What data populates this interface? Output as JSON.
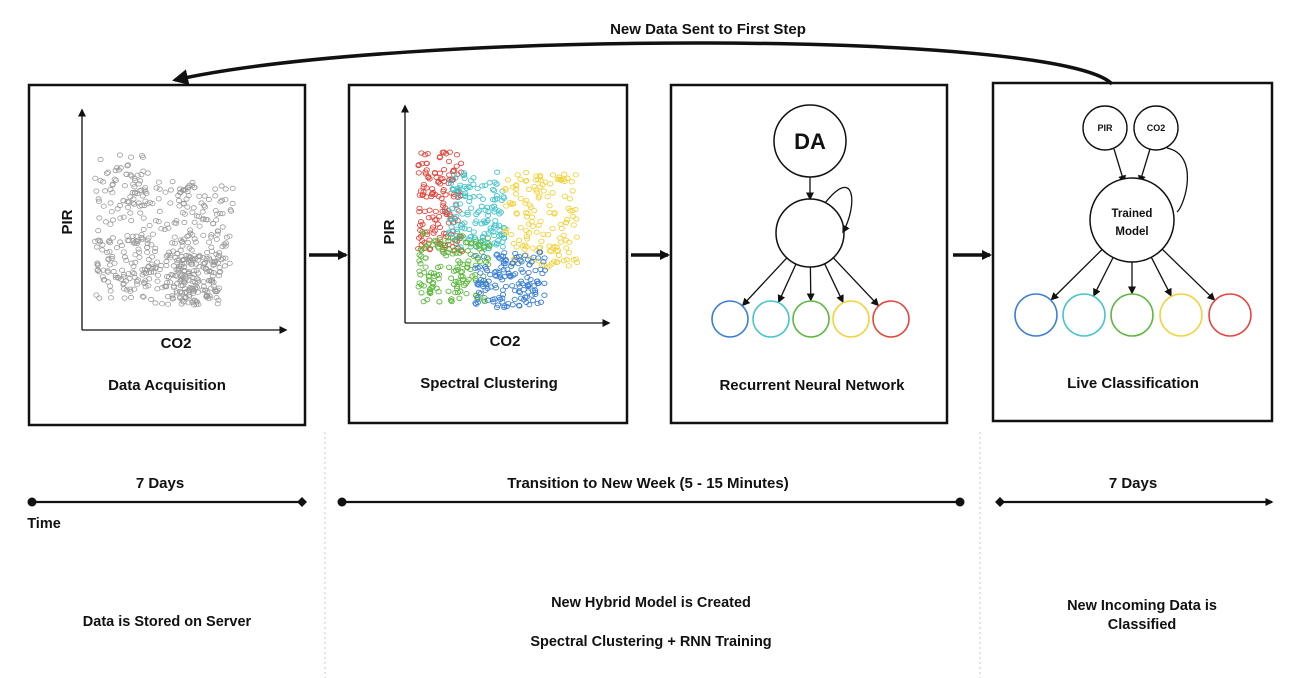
{
  "feedback_arrow": {
    "label": "New Data Sent to First Step"
  },
  "panels": [
    {
      "id": "data-acquisition",
      "title": "Data Acquisition",
      "x_axis_label": "CO2",
      "y_axis_label": "PIR"
    },
    {
      "id": "spectral-clustering",
      "title": "Spectral Clustering",
      "x_axis_label": "CO2",
      "y_axis_label": "PIR"
    },
    {
      "id": "recurrent-neural-network",
      "title": "Recurrent Neural Network",
      "input_node": "DA"
    },
    {
      "id": "live-classification",
      "title": "Live Classification",
      "input_nodes": [
        "PIR",
        "CO2"
      ],
      "model_node": [
        "Trained",
        "Model"
      ]
    }
  ],
  "cluster_colors": [
    "#3a7fd5",
    "#45c4c9",
    "#5cb83c",
    "#f2d23c",
    "#e2463c"
  ],
  "scatter_color": "#9a9a9a",
  "timeline": {
    "time_label": "Time",
    "segments": [
      {
        "label": "7 Days",
        "note": [
          "Data is Stored on Server"
        ]
      },
      {
        "label": "Transition to New Week (5 - 15 Minutes)",
        "note": [
          "New Hybrid Model is Created",
          "Spectral Clustering + RNN Training"
        ]
      },
      {
        "label": "7 Days",
        "note": [
          "New Incoming Data is",
          "Classified"
        ]
      }
    ]
  }
}
